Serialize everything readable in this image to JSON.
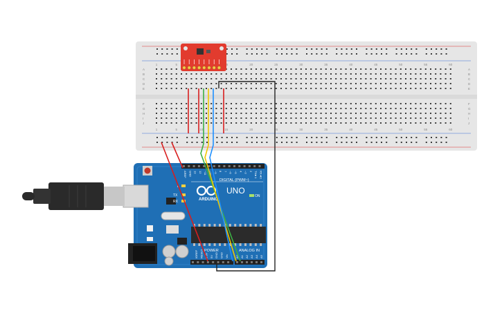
{
  "colors": {
    "board_blue": "#1f6fb5",
    "board_dark": "#155a99",
    "breadboard": "#e6e6e6",
    "rail_red": "#e03030",
    "rail_blue": "#3a6fd8",
    "sensor_red": "#e23b2e",
    "wire_red": "#d81e1e",
    "wire_green": "#3cb043",
    "wire_yellow": "#f0c800",
    "wire_blue": "#1e90ff",
    "wire_black": "#222222"
  },
  "breadboard": {
    "col_numbers": [
      "1",
      "5",
      "10",
      "15",
      "20",
      "25",
      "30",
      "35",
      "40",
      "45",
      "50",
      "55",
      "60"
    ],
    "rows_top": [
      "A",
      "B",
      "C",
      "D",
      "E"
    ],
    "rows_bottom": [
      "F",
      "G",
      "H",
      "I",
      "J"
    ]
  },
  "arduino": {
    "logo_text": "ARDUINO",
    "model": "UNO",
    "digital_label": "DIGITAL (PWM~)",
    "power_label": "POWER",
    "analog_label": "ANALOG IN",
    "on_label": "ON",
    "l_label": "L",
    "tx_label": "TX",
    "rx_label": "RX",
    "digital_pins": [
      "AREF",
      "GND",
      "13",
      "12",
      "~11",
      "~10",
      "~9",
      "8",
      "7",
      "~6",
      "~5",
      "4",
      "~3",
      "2",
      "TX►1",
      "RX◄0"
    ],
    "power_pins": [
      "IOREF",
      "RESET",
      "3.3V",
      "5V",
      "GND",
      "GND",
      "Vin"
    ],
    "analog_pins": [
      "A0",
      "A1",
      "A2",
      "A3",
      "A4",
      "A5"
    ]
  }
}
